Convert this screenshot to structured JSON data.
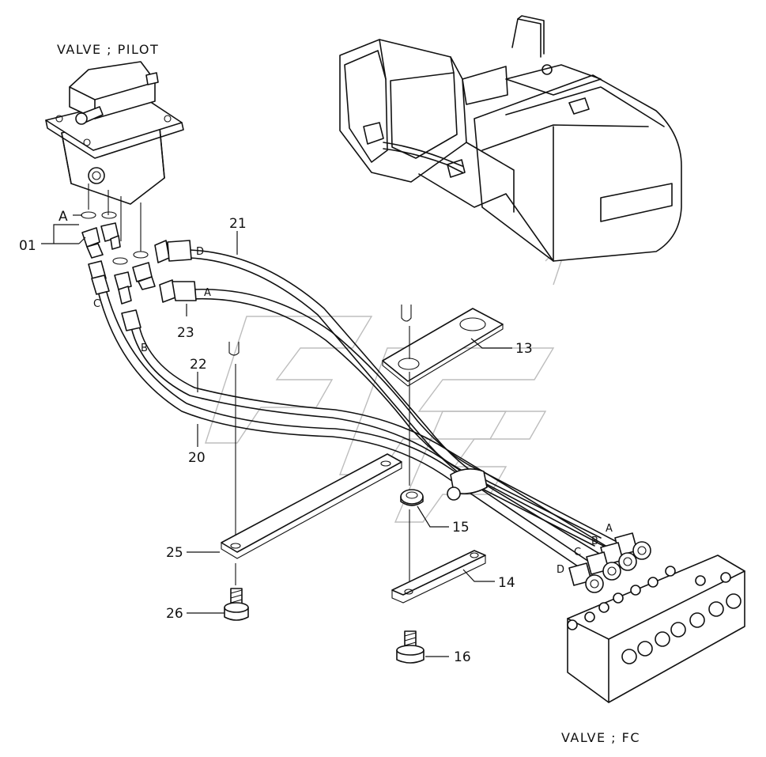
{
  "captions": {
    "pilot_valve": "VALVE ; PILOT",
    "fc_valve": "VALVE ; FC"
  },
  "parts": {
    "p01": "01",
    "p13": "13",
    "p14": "14",
    "p15": "15",
    "p16": "16",
    "p20": "20",
    "p21": "21",
    "p22": "22",
    "p23": "23",
    "p25": "25",
    "p26": "26"
  },
  "hose_ports": {
    "a": "A",
    "b": "B",
    "c": "C",
    "d": "D"
  },
  "detail_ref": "A"
}
